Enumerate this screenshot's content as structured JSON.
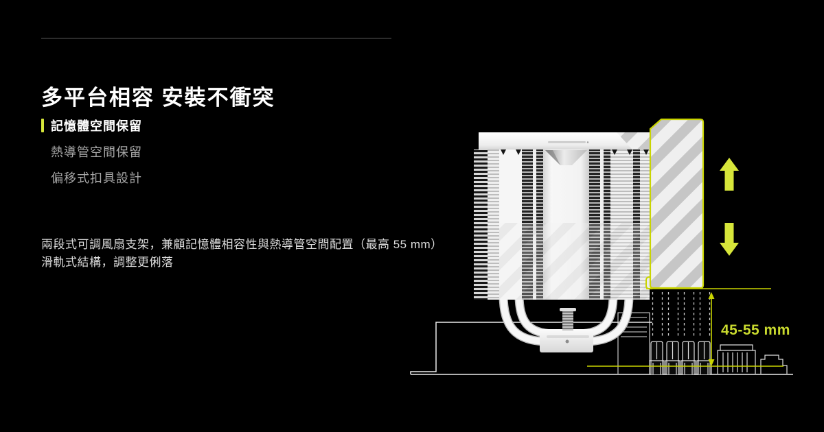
{
  "page": {
    "background": "#000000"
  },
  "header": {
    "title": "多平台相容 安裝不衝突"
  },
  "features": {
    "items": [
      {
        "label": "記憶體空間保留"
      },
      {
        "label": "熱導管空間保留"
      },
      {
        "label": "偏移式扣具設計"
      }
    ],
    "active_index": 0,
    "active_bar_color": "#d6e63a"
  },
  "description": {
    "line1": "兩段式可調風扇支架，兼顧記憶體相容性與熱導管空間配置（最高 55 mm）",
    "line2": "滑軌式結構，調整更俐落"
  },
  "illustration": {
    "dimension_label": "45-55 mm",
    "accent_line_color": "#c9d400",
    "arrow_color": "#d7e63a",
    "label_color": "#c9da2e"
  }
}
